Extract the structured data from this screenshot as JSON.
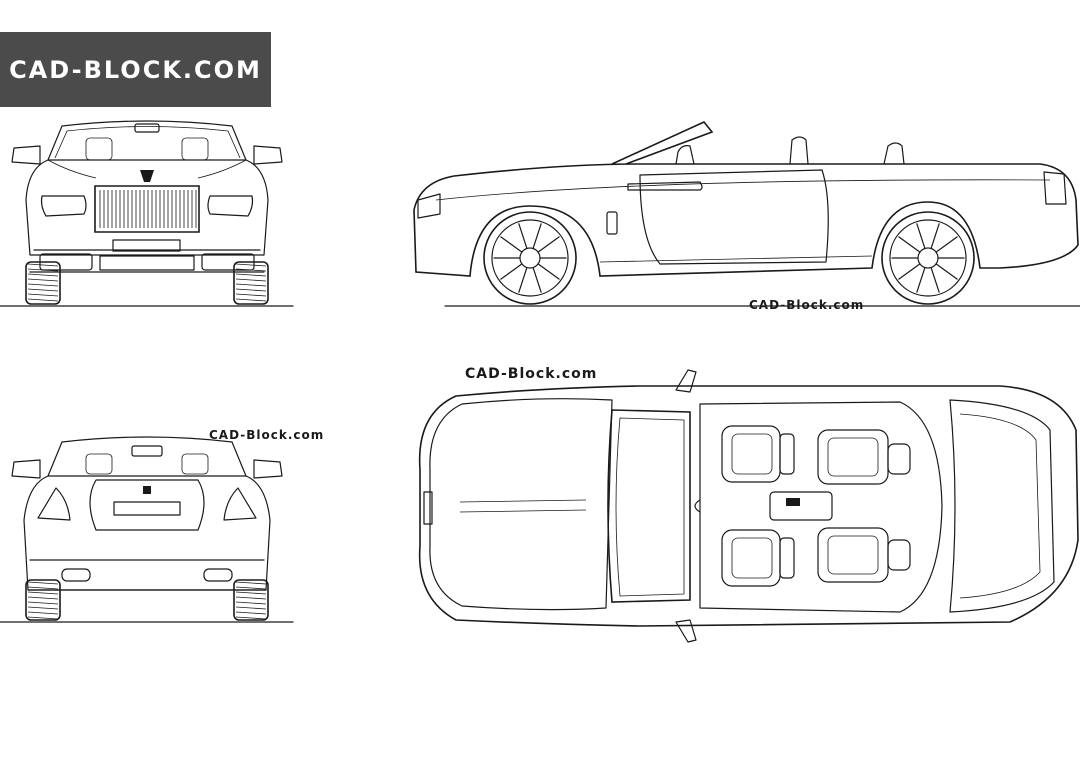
{
  "brand": {
    "logo_text": "CAD-BLOCK.COM",
    "watermark_side": "CAD-Block.com",
    "watermark_top": "CAD-Block.com",
    "watermark_rear": "CAD-Block.com"
  },
  "colors": {
    "logo_bg": "#4b4b4b",
    "line": "#1a1a1a",
    "background": "#ffffff"
  },
  "views": [
    "front-view",
    "side-view",
    "rear-view",
    "top-view"
  ]
}
